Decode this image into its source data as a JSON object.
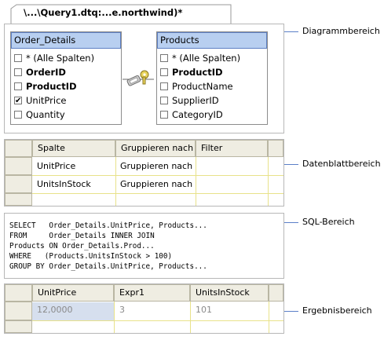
{
  "title_tab": "\\...\\Query1.dtq:...e.northwind)*",
  "diagram": {
    "tables": [
      {
        "name": "Order_Details",
        "columns": [
          {
            "label": "* (Alle Spalten)",
            "checked": false,
            "bold": false
          },
          {
            "label": "OrderID",
            "checked": false,
            "bold": true
          },
          {
            "label": "ProductID",
            "checked": false,
            "bold": true
          },
          {
            "label": "UnitPrice",
            "checked": true,
            "bold": false
          },
          {
            "label": "Quantity",
            "checked": false,
            "bold": false
          }
        ]
      },
      {
        "name": "Products",
        "columns": [
          {
            "label": "* (Alle Spalten)",
            "checked": false,
            "bold": false
          },
          {
            "label": "ProductID",
            "checked": false,
            "bold": true
          },
          {
            "label": "ProductName",
            "checked": false,
            "bold": false
          },
          {
            "label": "SupplierID",
            "checked": false,
            "bold": false
          },
          {
            "label": "CategoryID",
            "checked": false,
            "bold": false
          }
        ]
      }
    ],
    "join_icon": "key-join-icon"
  },
  "criteria_grid": {
    "headers": [
      "Spalte",
      "Gruppieren nach",
      "Filter"
    ],
    "rows": [
      [
        "UnitPrice",
        "Gruppieren nach",
        ""
      ],
      [
        "UnitsInStock",
        "Gruppieren nach",
        ""
      ]
    ]
  },
  "sql": [
    "SELECT   Order_Details.UnitPrice, Products...",
    "FROM     Order_Details INNER JOIN",
    "Products ON Order_Details.Prod...",
    "WHERE   (Products.UnitsInStock > 100)",
    "GROUP BY Order_Details.UnitPrice, Products..."
  ],
  "results": {
    "headers": [
      "UnitPrice",
      "Expr1",
      "UnitsInStock"
    ],
    "rows": [
      [
        "12,0000",
        "3",
        "101"
      ]
    ]
  },
  "callouts": {
    "diagram": "Diagrammbereich",
    "grid": "Datenblattbereich",
    "sql": "SQL-Bereich",
    "results": "Ergebnisbereich"
  },
  "colors": {
    "table_title_bg": "#b8cff0",
    "grid_header_bg": "#efede2",
    "callout_line": "#5b7fc8",
    "selected_result_bg": "#d6dfee"
  }
}
